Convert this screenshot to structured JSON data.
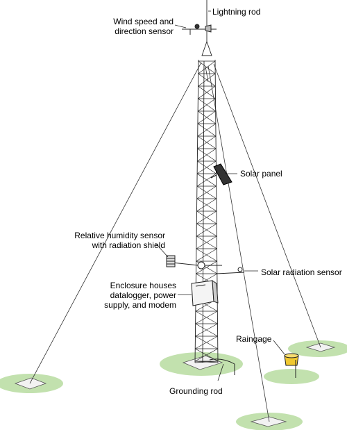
{
  "labels": {
    "lightning_rod": "Lightning rod",
    "wind_sensor_line1": "Wind speed and",
    "wind_sensor_line2": "direction sensor",
    "solar_panel": "Solar panel",
    "rh_sensor_line1": "Relative humidity sensor",
    "rh_sensor_line2": "with radiation shield",
    "solar_radiation_sensor": "Solar radiation sensor",
    "enclosure_line1": "Enclosure houses",
    "enclosure_line2": "datalogger, power",
    "enclosure_line3": "supply, and modem",
    "raingage": "Raingage",
    "grounding_rod": "Grounding rod"
  },
  "colors": {
    "line": "#000000",
    "grass": "#a8d48c",
    "pad": "#f2f2f2",
    "rain_funnel": "#f0c830",
    "enclosure": "#f4f4f4"
  },
  "icons": [
    "weather-tower",
    "wind-sensor-icon",
    "solar-panel-icon",
    "rh-sensor-icon",
    "enclosure-box",
    "raingage-icon",
    "anchor-pads"
  ]
}
